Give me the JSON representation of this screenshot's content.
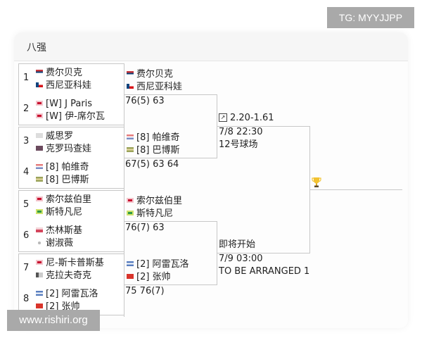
{
  "watermarks": {
    "top": "TG: MYYJJPP",
    "bottom": "www.rishiri.org"
  },
  "card": {
    "title": "八强"
  },
  "round1": {
    "matches": [
      {
        "players": [
          {
            "seed": "1",
            "lines": [
              {
                "flag": "serbia",
                "name": "费尔贝克"
              },
              {
                "flag": "czech",
                "name": "西尼亚科娃"
              }
            ]
          },
          {
            "seed": "2",
            "lines": [
              {
                "flag": "uk",
                "name": "[W] J Paris"
              },
              {
                "flag": "uk",
                "name": "[W] 伊-席尔瓦"
              }
            ]
          }
        ]
      },
      {
        "players": [
          {
            "seed": "3",
            "lines": [
              {
                "flag": "usa",
                "name": "威思罗"
              },
              {
                "flag": "russia",
                "name": "克罗玛查娃"
              }
            ]
          },
          {
            "seed": "4",
            "lines": [
              {
                "flag": "croatia",
                "name": "[8] 帕维奇"
              },
              {
                "flag": "brazil",
                "name": "[8] 巴博斯"
              }
            ]
          }
        ]
      },
      {
        "players": [
          {
            "seed": "5",
            "lines": [
              {
                "flag": "uk",
                "name": "索尔兹伯里"
              },
              {
                "flag": "brazil",
                "name": "斯特凡尼"
              }
            ]
          },
          {
            "seed": "6",
            "lines": [
              {
                "flag": "poland",
                "name": "杰林斯基"
              },
              {
                "flag": "taiwan",
                "name": "谢淑薇"
              }
            ]
          }
        ]
      },
      {
        "players": [
          {
            "seed": "7",
            "lines": [
              {
                "flag": "uk",
                "name": "尼-斯卡普斯基"
              },
              {
                "flag": "usa",
                "name": "克拉夫奇克"
              }
            ]
          },
          {
            "seed": "8",
            "lines": [
              {
                "flag": "argentina",
                "name": "[2] 阿雷瓦洛"
              },
              {
                "flag": "china",
                "name": "[2] 张帅"
              }
            ]
          }
        ]
      }
    ]
  },
  "round2": {
    "matches": [
      {
        "top": {
          "lines": [
            {
              "flag": "serbia",
              "name": "费尔贝克"
            },
            {
              "flag": "czech",
              "name": "西尼亚科娃"
            }
          ],
          "score": "76(5) 63"
        },
        "bottom": {
          "lines": [
            {
              "flag": "croatia",
              "name": "[8] 帕维奇"
            },
            {
              "flag": "brazil",
              "name": "[8] 巴博斯"
            }
          ],
          "score": "67(5) 63 64"
        }
      },
      {
        "top": {
          "lines": [
            {
              "flag": "uk",
              "name": "索尔兹伯里"
            },
            {
              "flag": "brazil",
              "name": "斯特凡尼"
            }
          ],
          "score": "76(7) 63"
        },
        "bottom": {
          "lines": [
            {
              "flag": "argentina",
              "name": "[2] 阿雷瓦洛"
            },
            {
              "flag": "china",
              "name": "[2] 张帅"
            }
          ],
          "score": "75 76(7)"
        }
      }
    ]
  },
  "semifinals": [
    {
      "odds_icon": "stats-chart-icon",
      "odds": "2.20-1.61",
      "time": "7/8 22:30",
      "court": "12号球场"
    },
    {
      "status": "即将开始",
      "time": "7/9 03:00",
      "court": "TO BE ARRANGED 1"
    }
  ],
  "final": {
    "icon": "trophy-icon"
  },
  "colors": {
    "line": "#c8c8c8",
    "watermark_bg": "#a9a9a9",
    "header_bg": "#f6f6f6"
  }
}
